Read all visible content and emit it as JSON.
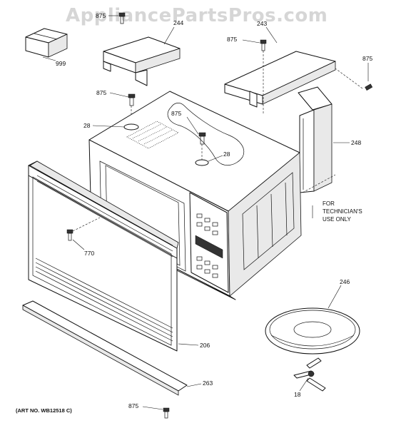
{
  "watermark": "AppliancePartsPros.com",
  "art_number": "(ART NO. WB12518 C)",
  "technician_note": [
    "FOR",
    "TECHNICIAN'S",
    "USE ONLY"
  ],
  "callouts": {
    "c999": "999",
    "c875_top": "875",
    "c244": "244",
    "c875_243": "875",
    "c243": "243",
    "c875_right": "875",
    "c875_left": "875",
    "c28_left": "28",
    "c875_center": "875",
    "c28_right": "28",
    "c248": "248",
    "c770": "770",
    "c246": "246",
    "c206": "206",
    "c263": "263",
    "c18": "18",
    "c875_bottom": "875"
  }
}
